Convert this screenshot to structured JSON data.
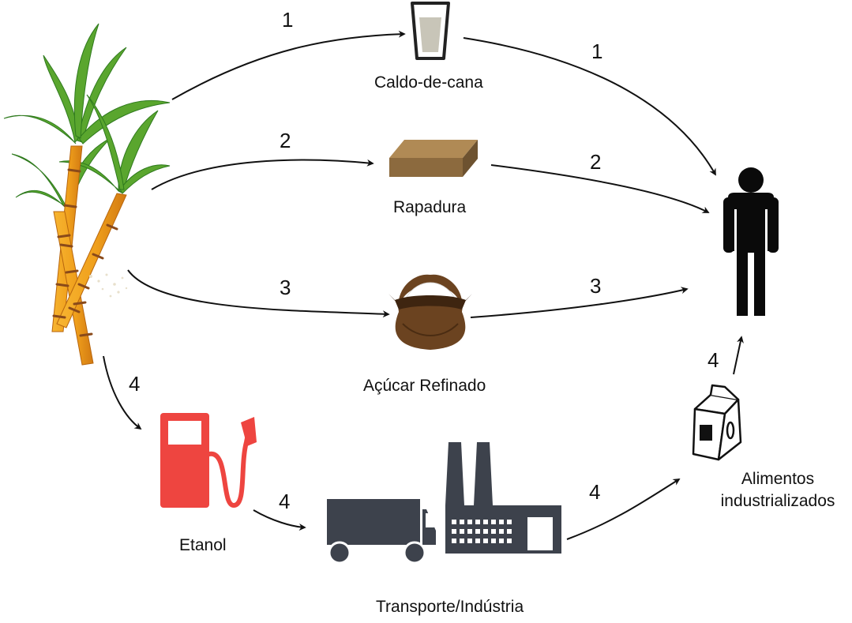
{
  "nodes": {
    "caldo": {
      "label": "Caldo-de-cana"
    },
    "rapadura": {
      "label": "Rapadura"
    },
    "acucar": {
      "label": "Açúcar Refinado"
    },
    "etanol": {
      "label": "Etanol"
    },
    "transporte": {
      "label": "Transporte/Indústria"
    },
    "alimentos": {
      "label_line1": "Alimentos",
      "label_line2": "industrializados"
    }
  },
  "edges": {
    "cane_to_caldo": "1",
    "caldo_to_person": "1",
    "cane_to_rapadura": "2",
    "rapadura_to_person": "2",
    "cane_to_acucar": "3",
    "acucar_to_person": "3",
    "cane_to_etanol": "4",
    "etanol_to_transporte": "4",
    "transporte_to_alimentos": "4",
    "alimentos_to_person": "4"
  },
  "colors": {
    "stalk": "#f0a01c",
    "stalk_dark": "#d27a12",
    "node_ring": "#8a4a1a",
    "leaf": "#5aa62e",
    "leaf_dark": "#2f7a1e",
    "fuel_pump": "#ee4540",
    "truck_factory": "#3d424c",
    "rapadura_top": "#b08a55",
    "rapadura_front": "#8c6a3e",
    "sack": "#6b4320",
    "sack_dark": "#3e2510",
    "person": "#0a0a0a",
    "arrow": "#111111"
  },
  "icons": {
    "sugarcane": "sugarcane-icon",
    "glass": "glass-icon",
    "rapadura": "rapadura-block-icon",
    "sack": "sugar-sack-icon",
    "fuel_pump": "fuel-pump-icon",
    "truck": "truck-icon",
    "factory": "factory-icon",
    "milk_carton": "milk-carton-icon",
    "person": "person-icon"
  }
}
